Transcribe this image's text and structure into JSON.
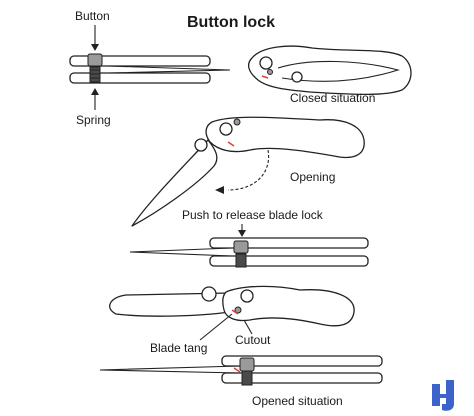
{
  "title": "Button lock",
  "labels": {
    "button": "Button",
    "spring": "Spring",
    "closed": "Closed situation",
    "opening": "Opening",
    "push": "Push to release blade lock",
    "blade_tang": "Blade tang",
    "cutout": "Cutout",
    "opened": "Opened situation"
  },
  "colors": {
    "outline": "#222222",
    "pivot_grey": "#9a9a9a",
    "spring_dark": "#4a4a4a",
    "lock_highlight": "#e0403a",
    "logo_blue": "#3b63c9"
  },
  "logo": {
    "icon": "brand-logo-icon"
  }
}
